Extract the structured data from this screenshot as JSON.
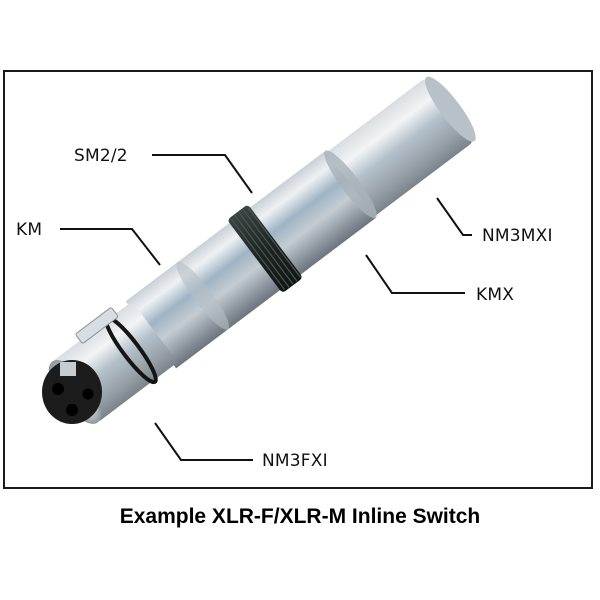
{
  "diagram": {
    "subject": "XLR inline switch connector assembly",
    "callouts": [
      {
        "id": "sm2-2",
        "label": "SM2/2"
      },
      {
        "id": "km",
        "label": "KM"
      },
      {
        "id": "nm3mxi",
        "label": "NM3MXI"
      },
      {
        "id": "kmx",
        "label": "KMX"
      },
      {
        "id": "nm3fxi",
        "label": "NM3FXI"
      }
    ],
    "caption": "Example XLR-F/XLR-M Inline Switch"
  },
  "colors": {
    "frame_border": "#1a1a1a",
    "metal_light": "#e4e8ec",
    "metal_mid": "#a9b3bc",
    "metal_dark": "#6f7a84",
    "ring": "#1f2624",
    "insert": "#1c1c1c"
  }
}
